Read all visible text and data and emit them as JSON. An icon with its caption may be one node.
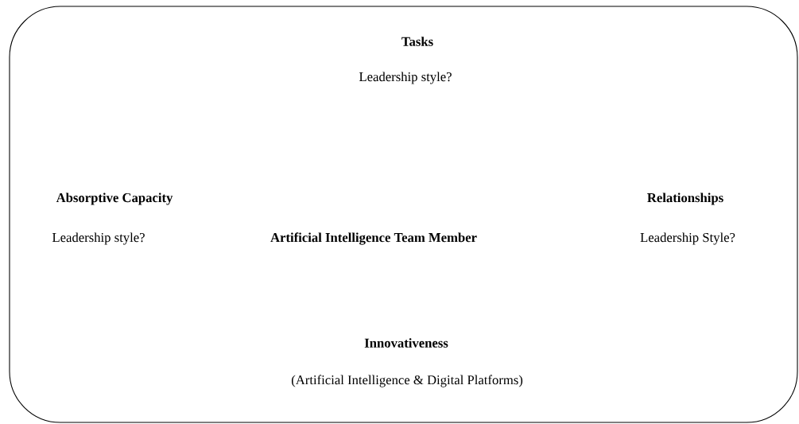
{
  "diagram": {
    "nodes": [
      {
        "text": [
          "Tasks",
          "Leadership style?",
          "Absorptive Capacity",
          "Leadership style?",
          "Artificial Intelligence Team Member",
          "Relationships",
          "Leadership Style?",
          "Innovativeness",
          "(Artificial Intelligence & Digital Platforms)"
        ]
      }
    ]
  }
}
